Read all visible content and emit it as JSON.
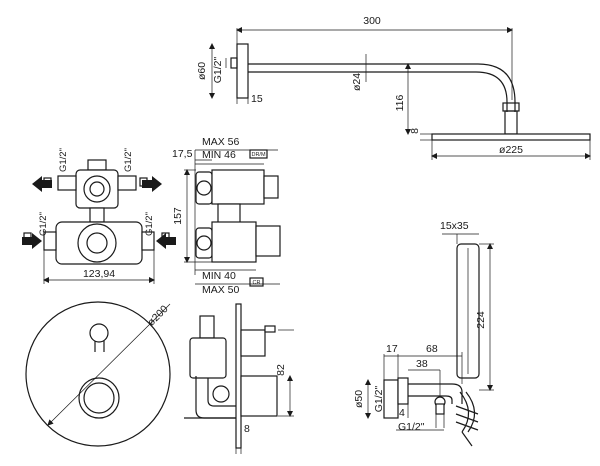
{
  "shower_arm": {
    "length": "300",
    "flange_dia": "ø60",
    "thread": "G1/2\"",
    "depth": "15",
    "tube_dia": "ø24",
    "drop": "116",
    "head_thickness": "8",
    "head_dia": "ø225"
  },
  "valve_top": {
    "thread_tl": "G1/2\"",
    "thread_tr": "G1/2\"",
    "thread_bl": "G1/2\"",
    "thread_br": "G1/2\"",
    "width": "123,94"
  },
  "valve_side": {
    "offset": "17,5",
    "max_top": "MAX 56",
    "min_top": "MIN 46",
    "badge_top": "DR/M",
    "height": "157",
    "min_bottom": "MIN 40",
    "max_bottom": "MAX 50",
    "badge_bottom": "CR"
  },
  "faceplate": {
    "diameter": "ø200"
  },
  "trim_side": {
    "projection": "82",
    "plate": "8"
  },
  "hand_shower": {
    "handle": "15x35",
    "length": "224",
    "bracket_left": "17",
    "bracket_total": "68",
    "bracket_mid": "38",
    "elbow_dia": "ø50",
    "thread_vertical": "G1/2\"",
    "plate": "4",
    "thread_bottom": "G1/2\""
  }
}
